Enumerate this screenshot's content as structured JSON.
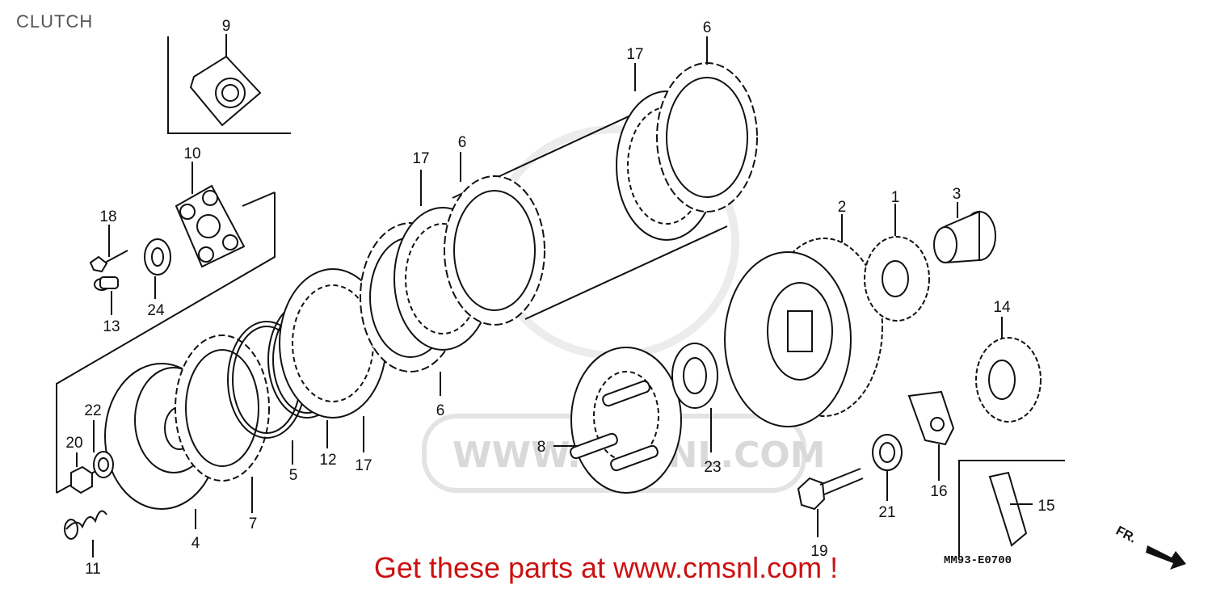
{
  "title": "CLUTCH",
  "diagram_code": "MM93-E0700",
  "direction_label": "FR.",
  "watermark": "WWW.CMSNL.COM",
  "promo_text": "Get these parts at www.cmsnl.com !",
  "labels": {
    "p1": "1",
    "p2": "2",
    "p3": "3",
    "p4": "4",
    "p5": "5",
    "p6a": "6",
    "p6b": "6",
    "p6c": "6",
    "p7": "7",
    "p8": "8",
    "p9": "9",
    "p10": "10",
    "p11": "11",
    "p12": "12",
    "p13": "13",
    "p14": "14",
    "p15": "15",
    "p16": "16",
    "p17a": "17",
    "p17b": "17",
    "p17c": "17",
    "p18": "18",
    "p19": "19",
    "p20": "20",
    "p21": "21",
    "p22": "22",
    "p23": "23",
    "p24": "24"
  }
}
